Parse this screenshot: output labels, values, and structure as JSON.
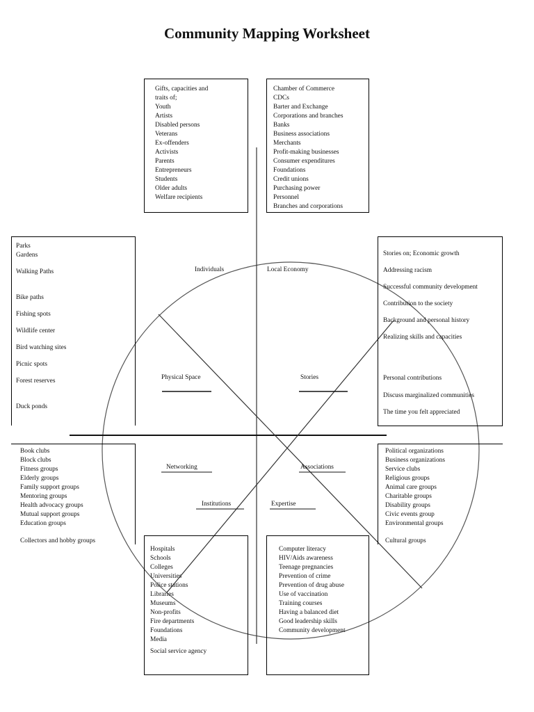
{
  "title": "Community Mapping Worksheet",
  "center_labels": {
    "individuals": "Individuals",
    "local_economy": "Local Economy",
    "physical_space": "Physical Space",
    "stories": "Stories",
    "networking": "Networking",
    "associations": "Associations",
    "institutions": "Institutions",
    "expertise": "Expertise"
  },
  "boxes": {
    "individuals": [
      "Gifts, capacities and",
      "traits of;",
      "Youth",
      "Artists",
      "Disabled persons",
      "Veterans",
      "Ex-offenders",
      "Activists",
      "Parents",
      "Entrepreneurs",
      "Students",
      "Older adults",
      "Welfare recipients"
    ],
    "local_economy": [
      "Chamber of Commerce",
      "CDCs",
      "Barter and Exchange",
      "Corporations and branches",
      "Banks",
      "Business associations",
      "Merchants",
      "Profit-making businesses",
      "Consumer expenditures",
      "Foundations",
      "Credit unions",
      "Purchasing power",
      "Personnel",
      "Branches and corporations"
    ],
    "physical_space": [
      "Parks",
      "Gardens",
      "Walking Paths",
      "Bike paths",
      "Fishing spots",
      "Wildlife center",
      "Bird watching sites",
      "Picnic spots",
      "Forest reserves",
      "Duck ponds"
    ],
    "stories": [
      "Stories on; Economic growth",
      "Addressing racism",
      "Successful community development",
      "Contribution to the society",
      "Background and personal history",
      "Realizing skills and capacities",
      "Personal contributions",
      "Discuss marginalized communities",
      "The time you felt appreciated"
    ],
    "networking": [
      "Book clubs",
      "Block clubs",
      "Fitness groups",
      "Elderly groups",
      "Family support groups",
      "Mentoring groups",
      "Health advocacy groups",
      "Mutual support groups",
      "Education groups",
      "Collectors and hobby groups"
    ],
    "associations": [
      "Political organizations",
      "Business organizations",
      "Service clubs",
      "Religious groups",
      "Animal care groups",
      "Charitable groups",
      "Disability groups",
      "Civic events group",
      "Environmental groups",
      "Cultural groups"
    ],
    "institutions": [
      "Hospitals",
      "Schools",
      "Colleges",
      "Universities",
      "Police stations",
      "Libraries",
      "Museums",
      "Non-profits",
      "Fire departments",
      "Foundations",
      "Media",
      "Social service agency"
    ],
    "expertise": [
      "Computer literacy",
      "HIV/Aids awareness",
      "Teenage pregnancies",
      "Prevention of crime",
      "Prevention of drug abuse",
      "Use of vaccination",
      "Training courses",
      "Having a balanced diet",
      "Good leadership skills",
      "Community development"
    ]
  }
}
